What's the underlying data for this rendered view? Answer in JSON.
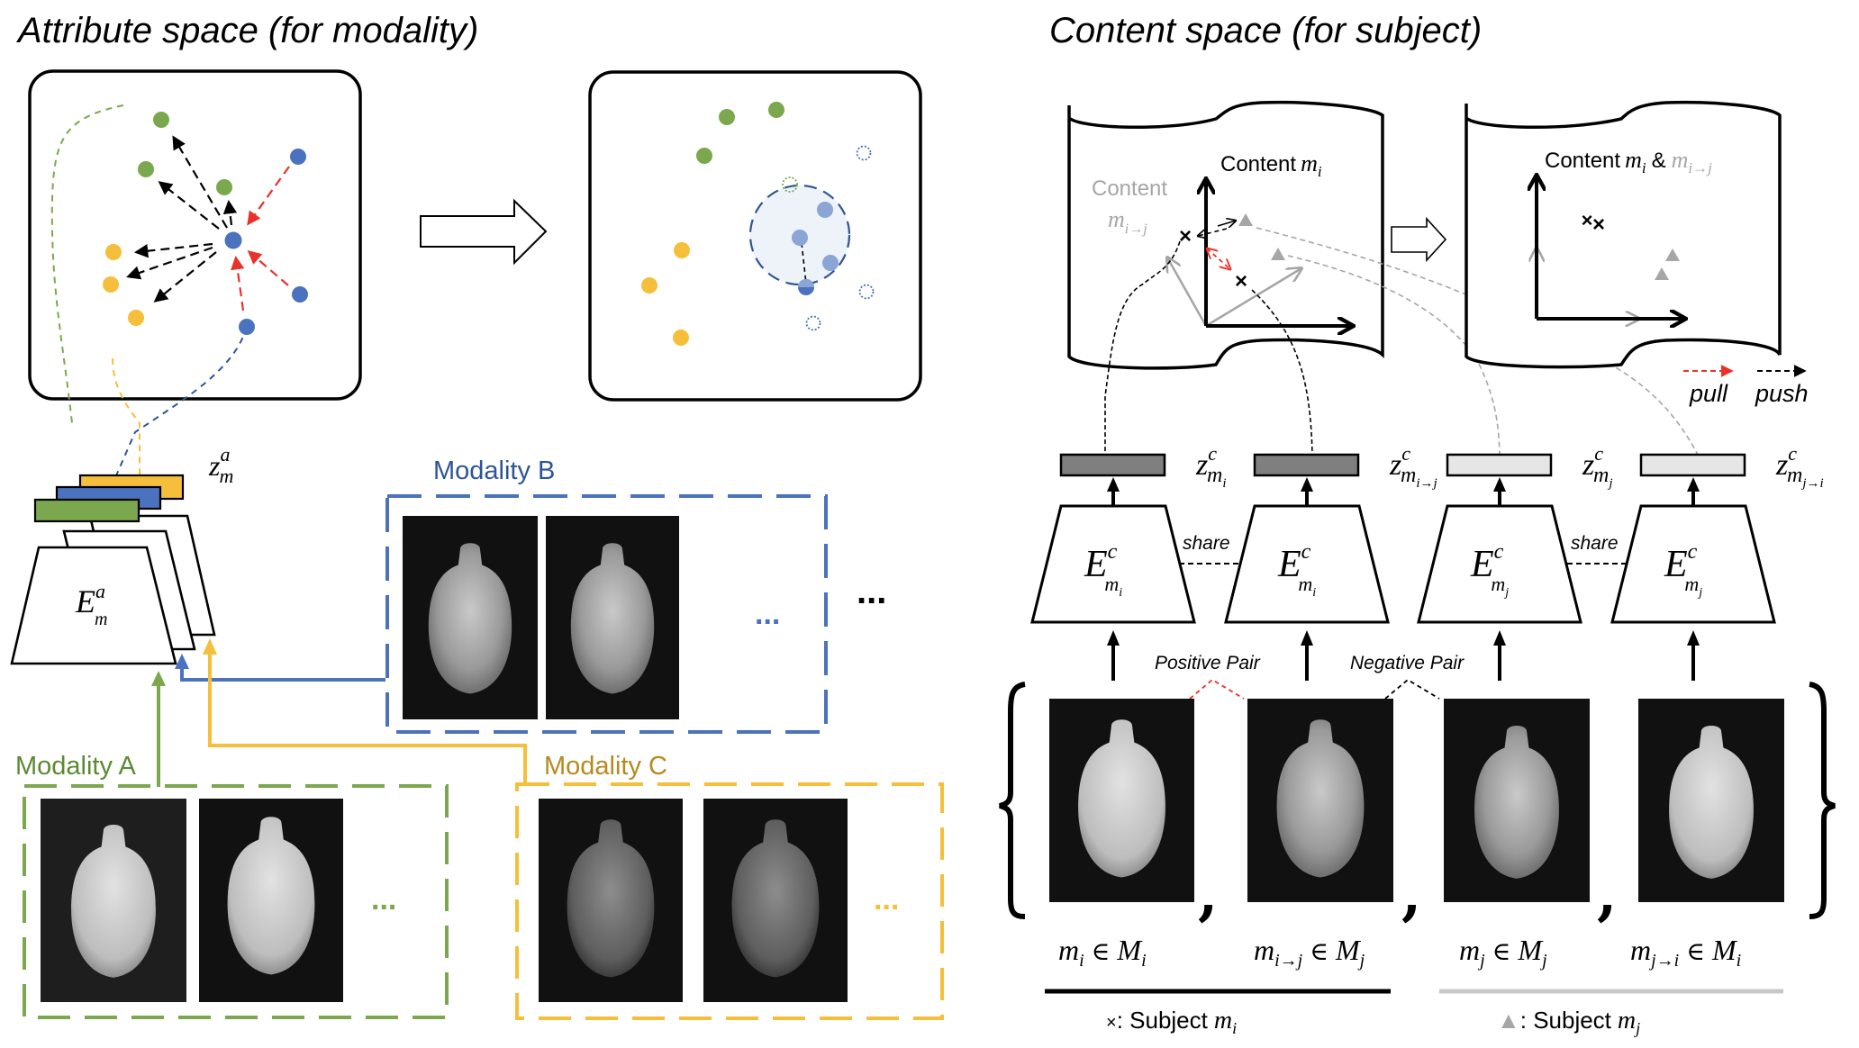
{
  "titles": {
    "attribute": "Attribute space (for modality)",
    "content": "Content space (for subject)"
  },
  "colors": {
    "green": "#7BA84E",
    "blue": "#4A72BE",
    "yellow": "#F5BF3C",
    "red": "#E8322A",
    "gray": "#A6A6A6",
    "dark_bar": "#7F7F7F",
    "light_bar": "#E6E6E6",
    "label_blue": "#2E5597",
    "label_green": "#5B8A33",
    "label_yellow": "#B58A20"
  },
  "attribute_encoder": {
    "symbol": "E",
    "superscript": "a",
    "subscript": "m",
    "code_label": {
      "symbol": "z",
      "superscript": "a",
      "subscript": "m"
    }
  },
  "modalities": [
    {
      "name": "Modality A",
      "color_key": "green",
      "ellipsis": "...",
      "images": [
        "brain-scan-a1",
        "brain-scan-a2"
      ]
    },
    {
      "name": "Modality B",
      "color_key": "blue",
      "ellipsis": "...",
      "images": [
        "brain-scan-b1",
        "brain-scan-b2"
      ]
    },
    {
      "name": "Modality C",
      "color_key": "yellow",
      "ellipsis": "...",
      "images": [
        "brain-scan-c1",
        "brain-scan-c2"
      ]
    }
  ],
  "more_modalities": "...",
  "content_space": {
    "before": {
      "label_black": "Content",
      "label_black_math": "m_i",
      "label_gray": "Content",
      "label_gray_math": "m_{i→j}"
    },
    "after": {
      "label_black": "Content",
      "label_math_i": "m_i",
      "amp": "&",
      "label_math_ij": "m_{i→j}"
    },
    "legend": {
      "pull": "pull",
      "push": "push"
    }
  },
  "content_encoders": [
    {
      "symbol": "E",
      "superscript": "c",
      "subscript": "m",
      "subsub": "i",
      "code": "z",
      "code_sup": "c",
      "code_sub": "m",
      "code_subsub": "i",
      "bar": "dark"
    },
    {
      "symbol": "E",
      "superscript": "c",
      "subscript": "m",
      "subsub": "i",
      "code": "z",
      "code_sup": "c",
      "code_sub": "m",
      "code_subsub": "i→j",
      "bar": "dark"
    },
    {
      "symbol": "E",
      "superscript": "c",
      "subscript": "m",
      "subsub": "j",
      "code": "z",
      "code_sup": "c",
      "code_sub": "m",
      "code_subsub": "j",
      "bar": "light"
    },
    {
      "symbol": "E",
      "superscript": "c",
      "subscript": "m",
      "subsub": "j",
      "code": "z",
      "code_sup": "c",
      "code_sub": "m",
      "code_subsub": "j→i",
      "bar": "light"
    }
  ],
  "share_label": "share",
  "pair_labels": {
    "positive": "Positive Pair",
    "negative": "Negative Pair"
  },
  "inputs": [
    {
      "var": "m",
      "sub": "i",
      "set": "M",
      "set_sub": "i"
    },
    {
      "var": "m",
      "sub": "i→j",
      "set": "M",
      "set_sub": "j"
    },
    {
      "var": "m",
      "sub": "j",
      "set": "M",
      "set_sub": "j"
    },
    {
      "var": "m",
      "sub": "j→i",
      "set": "M",
      "set_sub": "i"
    }
  ],
  "element_of": "∈",
  "subject_legend": [
    {
      "marker": "×",
      "text": "Subject",
      "math": "m",
      "math_sub": "i"
    },
    {
      "marker": "▲",
      "text": "Subject",
      "math": "m",
      "math_sub": "j"
    }
  ]
}
